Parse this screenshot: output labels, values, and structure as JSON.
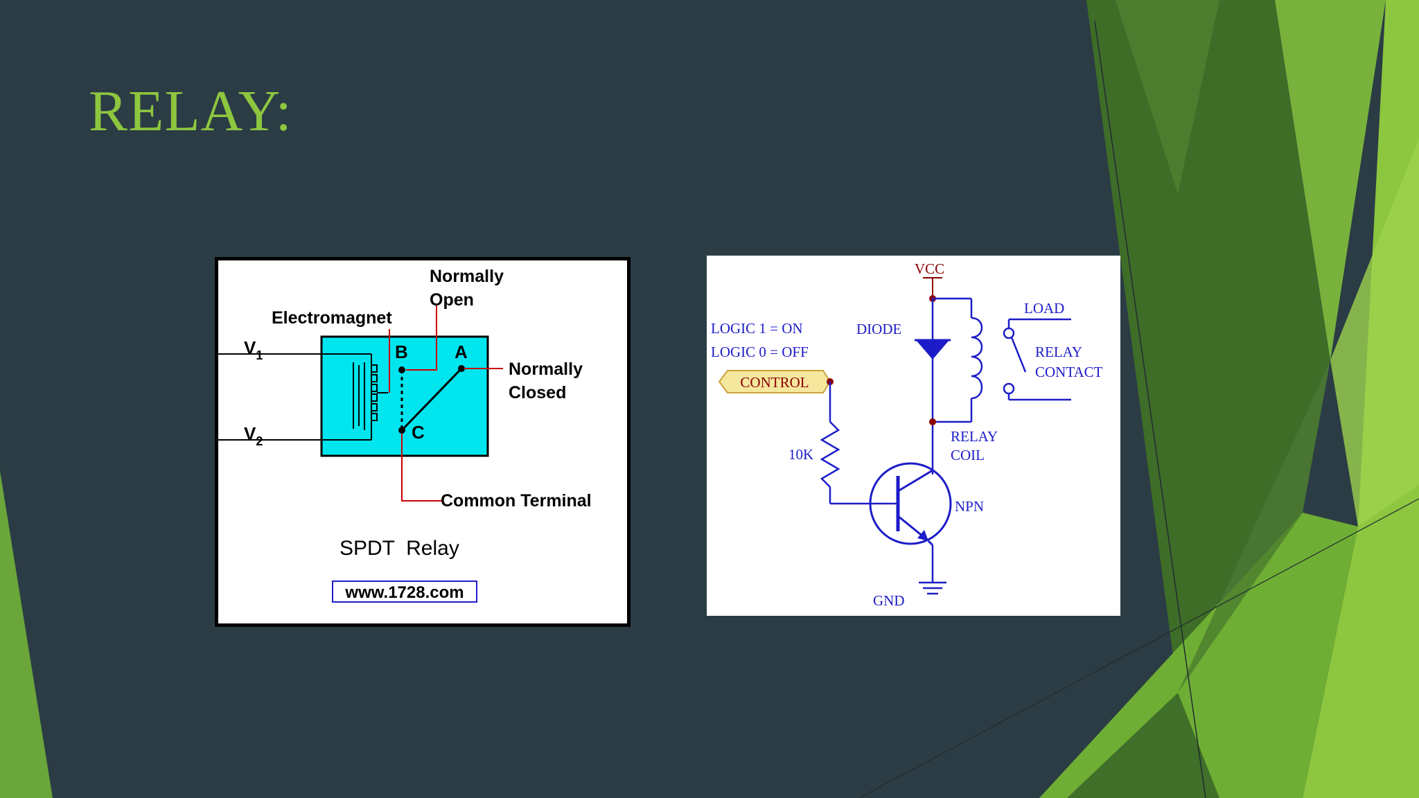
{
  "slide": {
    "title": "RELAY:",
    "colors": {
      "background": "#2b3c45",
      "title": "#8dc63f",
      "accent_green_dark": "#3d6b25",
      "accent_green_light": "#8dc63f"
    }
  },
  "spdt_figure": {
    "label_normally_open_1": "Normally",
    "label_normally_open_2": "Open",
    "label_electromagnet": "Electromagnet",
    "label_v1": "V",
    "label_v1_sub": "1",
    "label_v2": "V",
    "label_v2_sub": "2",
    "label_b": "B",
    "label_a": "A",
    "label_c": "C",
    "label_normally_closed_1": "Normally",
    "label_normally_closed_2": "Closed",
    "label_common_terminal": "Common Terminal",
    "caption": "SPDT  Relay",
    "website": "www.1728.com",
    "colors": {
      "body": "#00e5ee",
      "wire": "#cc0000",
      "frame": "#000000",
      "link_box": "#1c1cc8"
    }
  },
  "circuit_figure": {
    "label_vcc": "VCC",
    "label_logic1": "LOGIC 1 = ON",
    "label_logic0": "LOGIC 0 = OFF",
    "label_control": "CONTROL",
    "label_diode": "DIODE",
    "label_load": "LOAD",
    "label_relay_contact_1": "RELAY",
    "label_relay_contact_2": "CONTACT",
    "label_relay_coil_1": "RELAY",
    "label_relay_coil_2": "COIL",
    "label_resistor": "10K",
    "label_npn": "NPN",
    "label_gnd": "GND",
    "colors": {
      "wire": "#1c1cc8",
      "node": "#8b0000",
      "control_fill": "#f5e79e"
    }
  }
}
